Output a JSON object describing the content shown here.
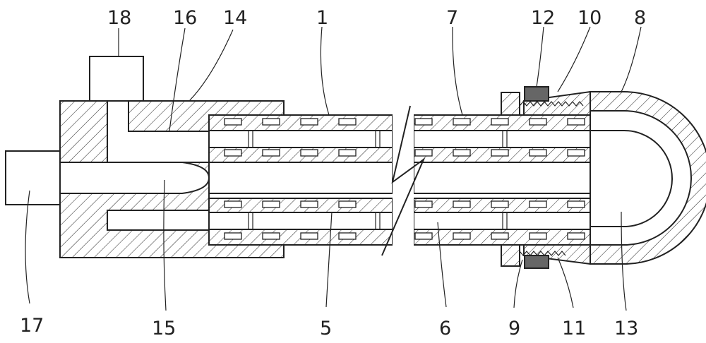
{
  "figure": {
    "labels": {
      "l1": "1",
      "l5": "5",
      "l6": "6",
      "l7": "7",
      "l8": "8",
      "l9": "9",
      "l10": "10",
      "l11": "11",
      "l12": "12",
      "l13": "13",
      "l14": "14",
      "l15": "15",
      "l16": "16",
      "l17": "17",
      "l18": "18"
    }
  }
}
